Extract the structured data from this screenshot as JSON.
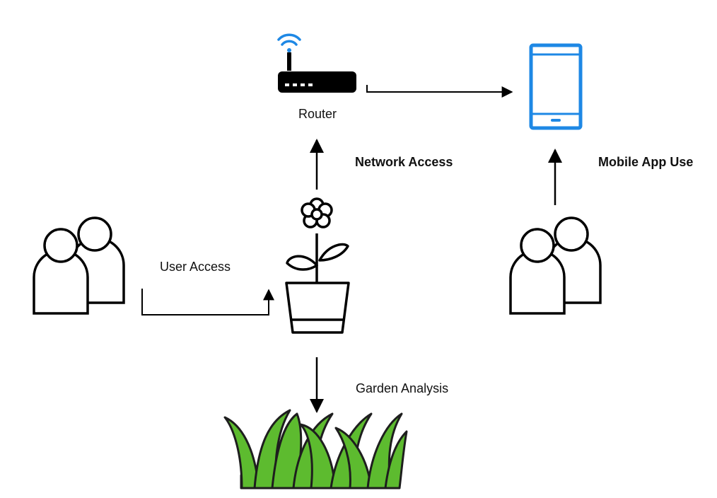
{
  "labels": {
    "router": "Router",
    "network_access": "Network Access",
    "mobile_app_use": "Mobile App Use",
    "user_access": "User Access",
    "garden_analysis": "Garden Analysis"
  },
  "colors": {
    "phone": "#1E88E5",
    "wifi": "#1E88E5",
    "grass_light": "#5DBB2F",
    "grass_dark": "#1E1E1E",
    "line": "#000000"
  },
  "icons": {
    "router": "router-icon",
    "phone": "smartphone-icon",
    "users_left": "users-icon",
    "users_right": "users-icon",
    "plant": "potted-plant-icon",
    "grass": "grass-icon"
  }
}
